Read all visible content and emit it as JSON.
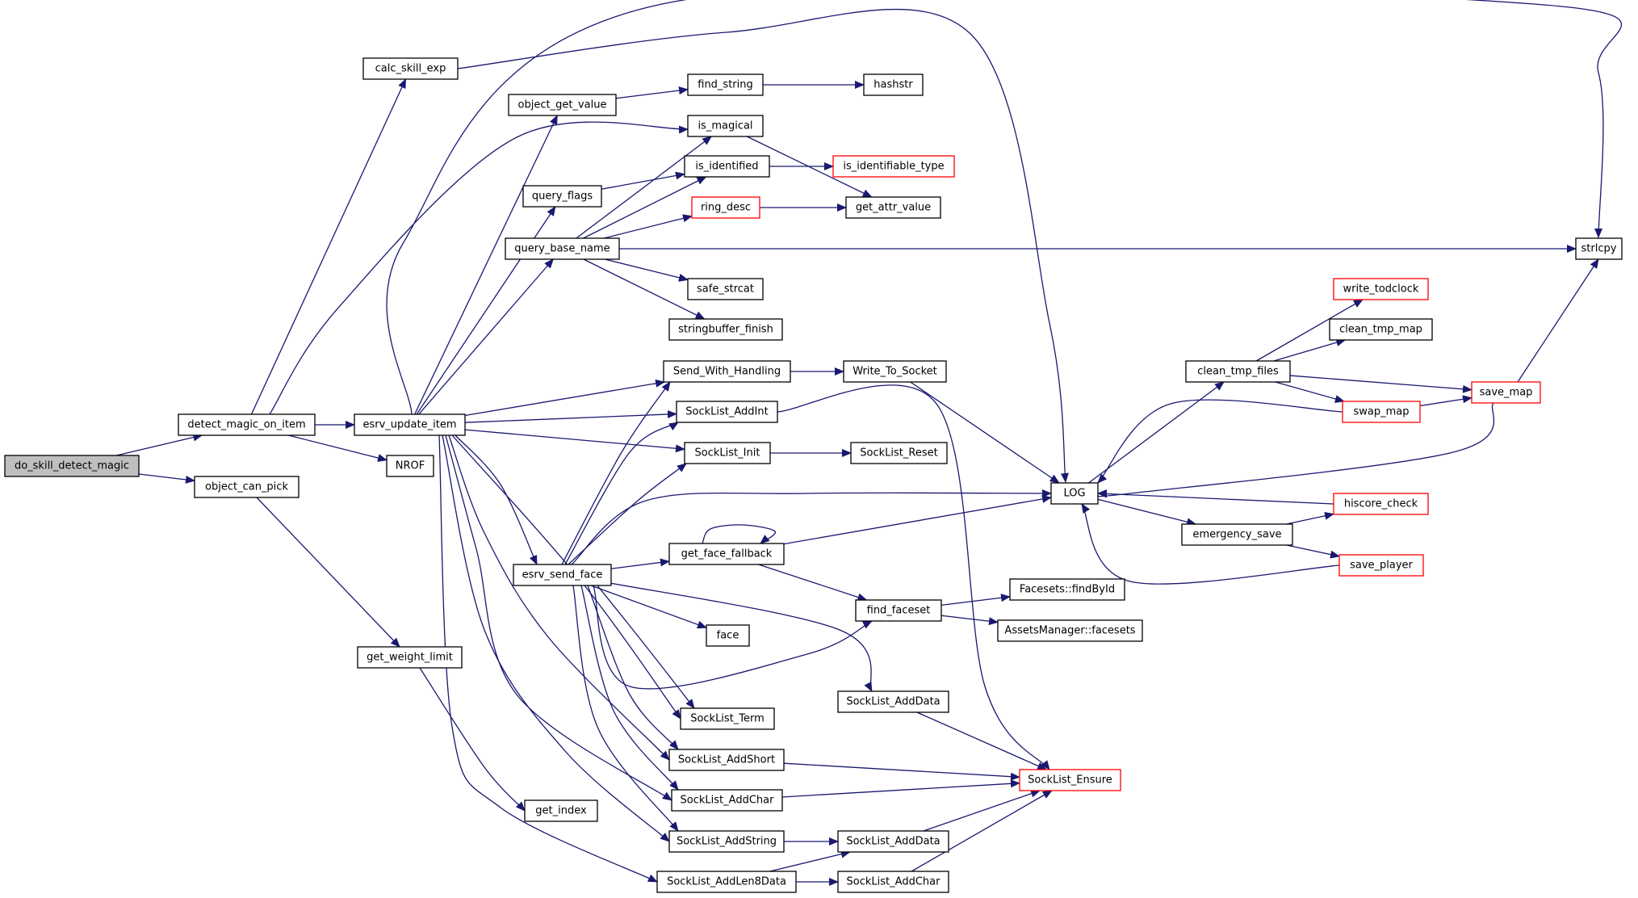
{
  "colors": {
    "edge": "#191970",
    "node_border": "#000000",
    "truncated_node_border": "#ff0000",
    "root_fill": "#bfbfbf",
    "node_fill": "#ffffff",
    "background": "#ffffff"
  },
  "nodes": [
    {
      "id": "do_skill_detect_magic",
      "label": "do_skill_detect_magic",
      "root": true
    },
    {
      "id": "detect_magic_on_item",
      "label": "detect_magic_on_item"
    },
    {
      "id": "object_can_pick",
      "label": "object_can_pick"
    },
    {
      "id": "calc_skill_exp",
      "label": "calc_skill_exp"
    },
    {
      "id": "esrv_update_item",
      "label": "esrv_update_item"
    },
    {
      "id": "NROF",
      "label": "NROF"
    },
    {
      "id": "get_weight_limit",
      "label": "get_weight_limit"
    },
    {
      "id": "get_index",
      "label": "get_index"
    },
    {
      "id": "object_get_value",
      "label": "object_get_value"
    },
    {
      "id": "find_string",
      "label": "find_string"
    },
    {
      "id": "hashstr",
      "label": "hashstr"
    },
    {
      "id": "is_magical",
      "label": "is_magical"
    },
    {
      "id": "query_flags",
      "label": "query_flags"
    },
    {
      "id": "is_identified",
      "label": "is_identified"
    },
    {
      "id": "is_identifiable_type",
      "label": "is_identifiable_type",
      "truncated": true
    },
    {
      "id": "ring_desc",
      "label": "ring_desc",
      "truncated": true
    },
    {
      "id": "get_attr_value",
      "label": "get_attr_value"
    },
    {
      "id": "query_base_name",
      "label": "query_base_name"
    },
    {
      "id": "safe_strcat",
      "label": "safe_strcat"
    },
    {
      "id": "stringbuffer_finish",
      "label": "stringbuffer_finish"
    },
    {
      "id": "strlcpy",
      "label": "strlcpy"
    },
    {
      "id": "Send_With_Handling",
      "label": "Send_With_Handling"
    },
    {
      "id": "Write_To_Socket",
      "label": "Write_To_Socket"
    },
    {
      "id": "SockList_AddInt",
      "label": "SockList_AddInt"
    },
    {
      "id": "SockList_Init",
      "label": "SockList_Init"
    },
    {
      "id": "SockList_Reset",
      "label": "SockList_Reset"
    },
    {
      "id": "esrv_send_face",
      "label": "esrv_send_face"
    },
    {
      "id": "get_face_fallback",
      "label": "get_face_fallback"
    },
    {
      "id": "face",
      "label": "face"
    },
    {
      "id": "find_faceset",
      "label": "find_faceset"
    },
    {
      "id": "Facesets_findById",
      "label": "Facesets::findById"
    },
    {
      "id": "AssetsManager_facesets",
      "label": "AssetsManager::facesets"
    },
    {
      "id": "SockList_AddData_1",
      "label": "SockList_AddData"
    },
    {
      "id": "SockList_Term",
      "label": "SockList_Term"
    },
    {
      "id": "SockList_AddShort",
      "label": "SockList_AddShort"
    },
    {
      "id": "SockList_AddChar_1",
      "label": "SockList_AddChar"
    },
    {
      "id": "SockList_Ensure",
      "label": "SockList_Ensure",
      "truncated": true
    },
    {
      "id": "SockList_AddString",
      "label": "SockList_AddString"
    },
    {
      "id": "SockList_AddData_2",
      "label": "SockList_AddData"
    },
    {
      "id": "SockList_AddLen8Data",
      "label": "SockList_AddLen8Data"
    },
    {
      "id": "SockList_AddChar_2",
      "label": "SockList_AddChar"
    },
    {
      "id": "LOG",
      "label": "LOG"
    },
    {
      "id": "clean_tmp_files",
      "label": "clean_tmp_files"
    },
    {
      "id": "write_todclock",
      "label": "write_todclock",
      "truncated": true
    },
    {
      "id": "clean_tmp_map",
      "label": "clean_tmp_map"
    },
    {
      "id": "swap_map",
      "label": "swap_map",
      "truncated": true
    },
    {
      "id": "save_map",
      "label": "save_map",
      "truncated": true
    },
    {
      "id": "emergency_save",
      "label": "emergency_save"
    },
    {
      "id": "hiscore_check",
      "label": "hiscore_check",
      "truncated": true
    },
    {
      "id": "save_player",
      "label": "save_player",
      "truncated": true
    }
  ],
  "edges": [
    [
      "do_skill_detect_magic",
      "detect_magic_on_item"
    ],
    [
      "do_skill_detect_magic",
      "object_can_pick"
    ],
    [
      "detect_magic_on_item",
      "calc_skill_exp"
    ],
    [
      "detect_magic_on_item",
      "is_magical"
    ],
    [
      "detect_magic_on_item",
      "esrv_update_item"
    ],
    [
      "detect_magic_on_item",
      "NROF"
    ],
    [
      "object_can_pick",
      "get_weight_limit"
    ],
    [
      "get_weight_limit",
      "get_index"
    ],
    [
      "calc_skill_exp",
      "LOG"
    ],
    [
      "esrv_update_item",
      "object_get_value"
    ],
    [
      "esrv_update_item",
      "query_flags"
    ],
    [
      "esrv_update_item",
      "query_base_name"
    ],
    [
      "esrv_update_item",
      "strlcpy"
    ],
    [
      "esrv_update_item",
      "Send_With_Handling"
    ],
    [
      "esrv_update_item",
      "SockList_AddInt"
    ],
    [
      "esrv_update_item",
      "SockList_Init"
    ],
    [
      "esrv_update_item",
      "esrv_send_face"
    ],
    [
      "esrv_update_item",
      "SockList_Term"
    ],
    [
      "esrv_update_item",
      "SockList_AddShort"
    ],
    [
      "esrv_update_item",
      "SockList_AddChar_1"
    ],
    [
      "esrv_update_item",
      "SockList_AddString"
    ],
    [
      "esrv_update_item",
      "SockList_AddLen8Data"
    ],
    [
      "object_get_value",
      "find_string"
    ],
    [
      "find_string",
      "hashstr"
    ],
    [
      "is_magical",
      "get_attr_value"
    ],
    [
      "query_flags",
      "is_identified"
    ],
    [
      "is_identified",
      "is_identifiable_type"
    ],
    [
      "query_base_name",
      "is_magical"
    ],
    [
      "query_base_name",
      "is_identified"
    ],
    [
      "query_base_name",
      "ring_desc"
    ],
    [
      "query_base_name",
      "strlcpy"
    ],
    [
      "query_base_name",
      "safe_strcat"
    ],
    [
      "query_base_name",
      "stringbuffer_finish"
    ],
    [
      "ring_desc",
      "get_attr_value"
    ],
    [
      "Send_With_Handling",
      "Write_To_Socket"
    ],
    [
      "Write_To_Socket",
      "LOG"
    ],
    [
      "SockList_AddInt",
      "SockList_Ensure"
    ],
    [
      "SockList_Init",
      "SockList_Reset"
    ],
    [
      "esrv_send_face",
      "Send_With_Handling"
    ],
    [
      "esrv_send_face",
      "SockList_AddInt"
    ],
    [
      "esrv_send_face",
      "SockList_Init"
    ],
    [
      "esrv_send_face",
      "LOG"
    ],
    [
      "esrv_send_face",
      "get_face_fallback"
    ],
    [
      "esrv_send_face",
      "face"
    ],
    [
      "esrv_send_face",
      "find_faceset"
    ],
    [
      "esrv_send_face",
      "SockList_AddData_1"
    ],
    [
      "esrv_send_face",
      "SockList_Term"
    ],
    [
      "esrv_send_face",
      "SockList_AddShort"
    ],
    [
      "esrv_send_face",
      "SockList_AddChar_1"
    ],
    [
      "esrv_send_face",
      "SockList_AddString"
    ],
    [
      "get_face_fallback",
      "get_face_fallback"
    ],
    [
      "get_face_fallback",
      "LOG"
    ],
    [
      "get_face_fallback",
      "find_faceset"
    ],
    [
      "find_faceset",
      "Facesets_findById"
    ],
    [
      "find_faceset",
      "AssetsManager_facesets"
    ],
    [
      "SockList_AddData_1",
      "SockList_Ensure"
    ],
    [
      "SockList_AddShort",
      "SockList_Ensure"
    ],
    [
      "SockList_AddChar_1",
      "SockList_Ensure"
    ],
    [
      "SockList_AddString",
      "SockList_AddData_2"
    ],
    [
      "SockList_AddLen8Data",
      "SockList_AddData_2"
    ],
    [
      "SockList_AddLen8Data",
      "SockList_AddChar_2"
    ],
    [
      "SockList_AddData_2",
      "SockList_Ensure"
    ],
    [
      "SockList_AddChar_2",
      "SockList_Ensure"
    ],
    [
      "LOG",
      "clean_tmp_files"
    ],
    [
      "LOG",
      "emergency_save"
    ],
    [
      "clean_tmp_files",
      "write_todclock"
    ],
    [
      "clean_tmp_files",
      "clean_tmp_map"
    ],
    [
      "clean_tmp_files",
      "swap_map"
    ],
    [
      "clean_tmp_files",
      "save_map"
    ],
    [
      "swap_map",
      "save_map"
    ],
    [
      "swap_map",
      "LOG"
    ],
    [
      "save_map",
      "strlcpy"
    ],
    [
      "save_map",
      "LOG"
    ],
    [
      "emergency_save",
      "hiscore_check"
    ],
    [
      "emergency_save",
      "save_player"
    ],
    [
      "hiscore_check",
      "LOG"
    ],
    [
      "save_player",
      "LOG"
    ]
  ]
}
